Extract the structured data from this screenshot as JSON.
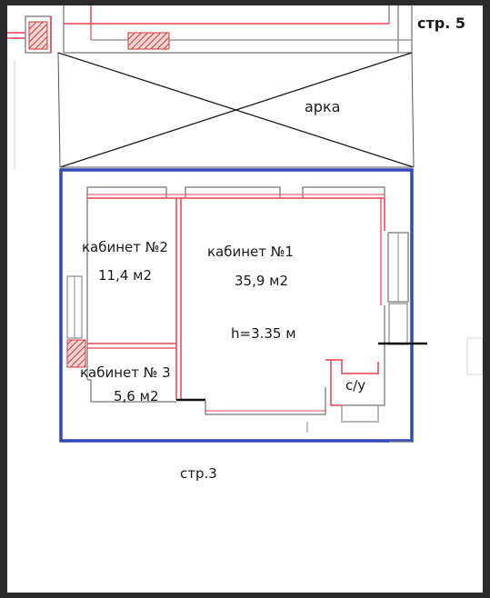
{
  "labels": {
    "page5": "стр. 5",
    "page3": "стр.3",
    "arch": "арка",
    "room1_name": "кабинет №1",
    "room1_area": "35,9 м2",
    "room1_height": "h=3.35 м",
    "room2_name": "кабинет №2",
    "room2_area": "11,4 м2",
    "room3_name": "кабинет № 3",
    "room3_area": "5,6  м2",
    "wc": "с/у"
  },
  "colors": {
    "outline": "#3347b8",
    "wall_red": "#e8404e",
    "wall_gray": "#8c8c8c",
    "hatch": "#c73b3b",
    "text": "#1a1a1a"
  }
}
